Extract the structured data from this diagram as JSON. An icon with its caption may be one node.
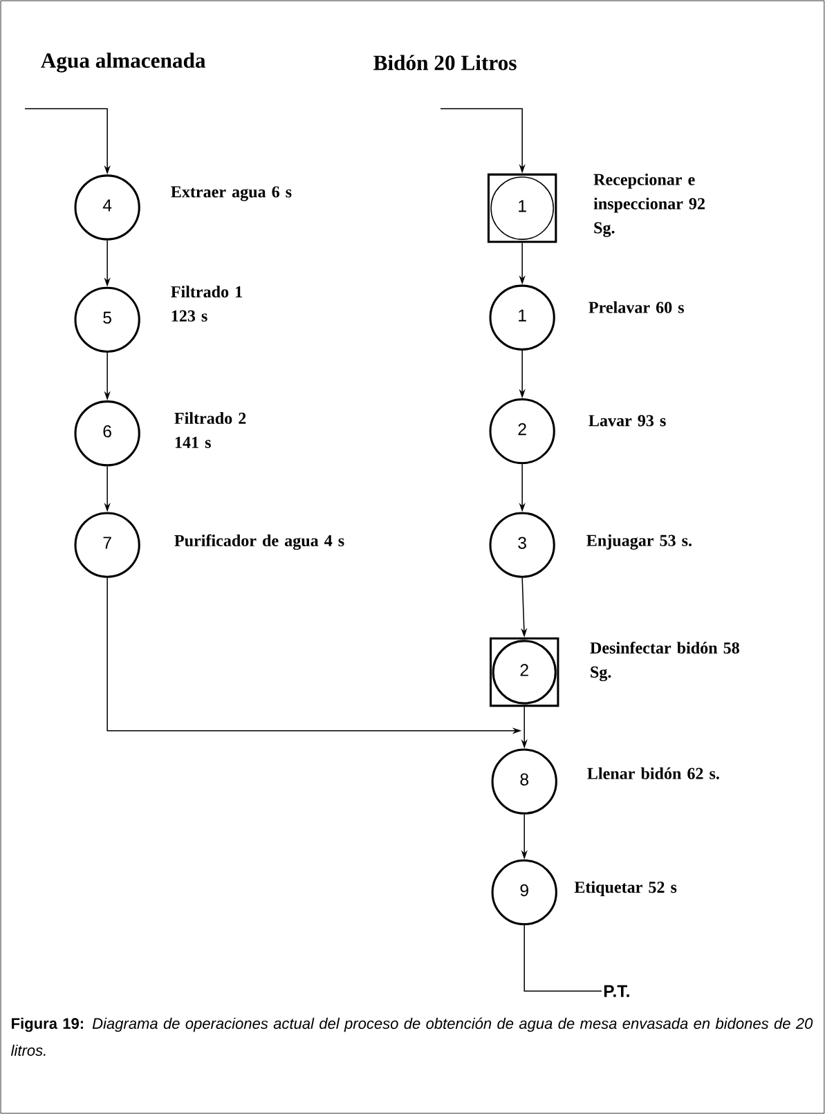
{
  "diagram": {
    "caption": "**Figura 19:** *Diagrama de operaciones actual del proceso de obtención de agua de mesa envasada en bidones de 20 litros.*",
    "nodes": [
      {
        "text": [
          "4"
        ],
        "beside": [
          "Extraer agua 6 s"
        ]
      },
      {
        "text": [
          "5"
        ],
        "beside": [
          "Filtrado 1 123 s"
        ]
      },
      {
        "text": [
          "6"
        ],
        "beside": [
          "Filtrado 2 141 s"
        ]
      },
      {
        "text": [
          "7"
        ],
        "beside": [
          "Purificador de agua 4 s"
        ]
      },
      {
        "text": [],
        "shape": "box"
      },
      {
        "text": [
          "1"
        ],
        "in": 4,
        "beside": [
          "Recepcionar e inspeccionar 92 Sg."
        ]
      },
      {
        "text": [
          "1"
        ],
        "beside": [
          "Prelavar 60 s"
        ]
      },
      {
        "text": [
          "2"
        ],
        "beside": [
          "Lavar 93 s"
        ]
      },
      {
        "text": [
          "3"
        ],
        "beside": [
          "Enjuagar 53 s."
        ]
      },
      {
        "text": [],
        "shape": "box"
      },
      {
        "text": [
          "2"
        ],
        "in": 9,
        "beside": [
          "Desinfectar bidón 58 Sg."
        ]
      },
      {
        "text": [
          "8"
        ],
        "beside": [
          "Llenar bidón 62 s."
        ]
      },
      {
        "text": [
          "9"
        ],
        "beside": [
          "Etiquetar 52 s"
        ]
      },
      {
        "text": [
          "P.T."
        ]
      }
    ],
    "edges": [
      {
        "from": null,
        "to": 0,
        "arrow": "to"
      },
      {
        "from": 0,
        "to": 1,
        "arrow": "to"
      },
      {
        "from": 1,
        "to": 2,
        "arrow": "to"
      },
      {
        "from": 2,
        "to": 3,
        "arrow": "to"
      },
      {
        "from": 3,
        "to": 11,
        "arrow": "to"
      },
      {
        "from": null,
        "to": 4,
        "arrow": "to"
      },
      {
        "from": 4,
        "to": 6,
        "arrow": "to"
      },
      {
        "from": 6,
        "to": 7,
        "arrow": "to"
      },
      {
        "from": 7,
        "to": 8,
        "arrow": "to"
      },
      {
        "from": 8,
        "to": 9,
        "arrow": "to"
      },
      {
        "from": 9,
        "to": 11,
        "arrow": "to"
      },
      {
        "from": 11,
        "to": 12,
        "arrow": "to"
      },
      {
        "from": 12,
        "to": 13,
        "arrow": "none"
      }
    ],
    "labels": [
      "Agua almacenada",
      "Bidón 20 Litros"
    ]
  }
}
